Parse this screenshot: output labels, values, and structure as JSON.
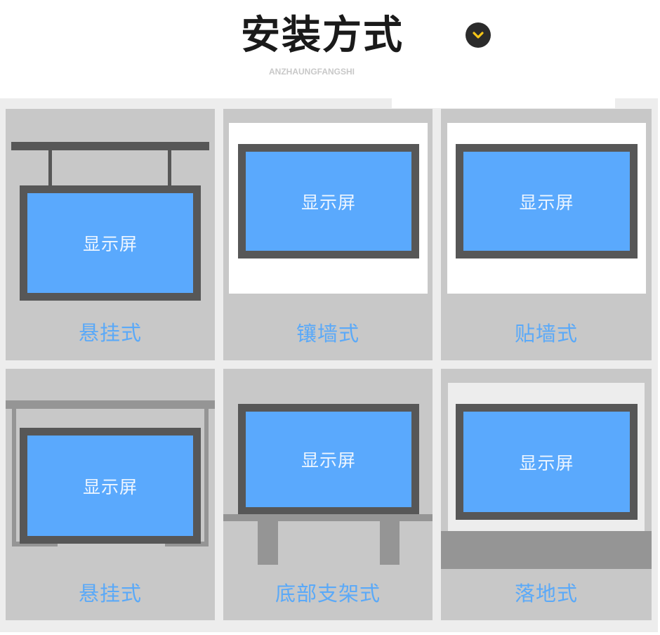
{
  "header": {
    "title": "安装方式",
    "subtitle": "ANZHAUNGFANGSHI",
    "toggle_icon": "chevron-down-icon"
  },
  "colors": {
    "accent_label": "#5aa9f8",
    "screen_blue": "#5aa9fd",
    "frame_dark": "#575757",
    "cell_gray": "#c8c8c8",
    "icon_yellow": "#f5c518"
  },
  "screen_text": "显示屏",
  "methods": [
    {
      "label": "悬挂式",
      "screen": "显示屏",
      "type": "hanging-ceiling"
    },
    {
      "label": "镶墙式",
      "screen": "显示屏",
      "type": "wall-embedded"
    },
    {
      "label": "贴墙式",
      "screen": "显示屏",
      "type": "wall-mounted"
    },
    {
      "label": "悬挂式",
      "screen": "显示屏",
      "type": "hanging-frame"
    },
    {
      "label": "底部支架式",
      "screen": "显示屏",
      "type": "bottom-bracket"
    },
    {
      "label": "落地式",
      "screen": "显示屏",
      "type": "floor-standing"
    }
  ]
}
